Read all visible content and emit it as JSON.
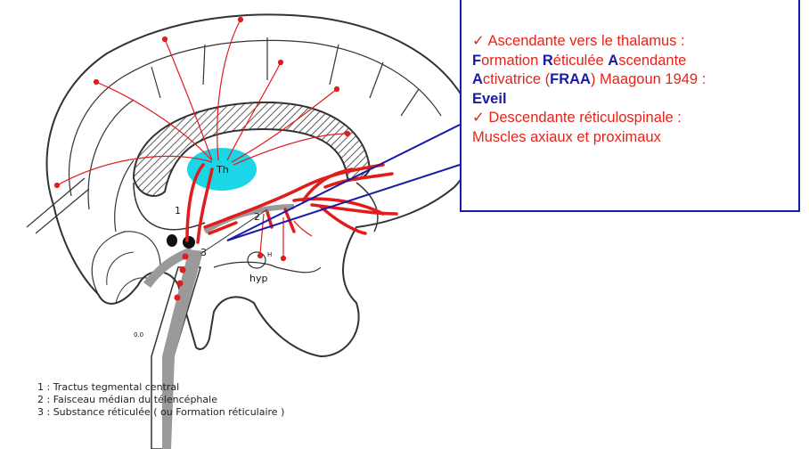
{
  "callout": {
    "item1_check": "✓",
    "item1_intro": "Ascendante vers le thalamus :",
    "fraa_F": "F",
    "fraa_F_rest": "ormation ",
    "fraa_R": "R",
    "fraa_R_rest": "éticulée ",
    "fraa_A1": "A",
    "fraa_A1_rest": "scendante",
    "fraa_A2": "A",
    "fraa_A2_rest": "ctivatrice (",
    "fraa_abbr": "FRAA",
    "fraa_tail": ") Maagoun 1949 :",
    "item1_result": "Eveil",
    "item2_check": "✓",
    "item2_intro": "Descendante réticulospinale :",
    "item2_result": "Muscles axiaux et proximaux"
  },
  "labels": {
    "thalamus": "Th",
    "num1": "1",
    "num2": "2",
    "num3": "3",
    "hyp": "hyp",
    "h": "H",
    "small": "0.0"
  },
  "legend": [
    "1 : Tractus tegmental central",
    "2 : Faisceau médian du télencéphale",
    "3 : Substance réticulée ( ou Formation réticulaire )"
  ],
  "colors": {
    "pathway": "#e21b1b",
    "callout_border": "#1a1aa8",
    "thalamus": "#1ad6e6",
    "tract": "#9a9a9a",
    "outline": "#333333"
  }
}
